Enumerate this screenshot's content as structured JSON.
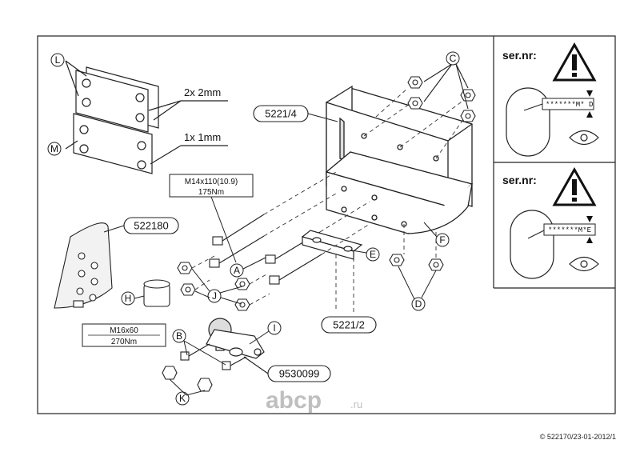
{
  "callouts": {
    "L": "L",
    "M": "M",
    "C": "C",
    "A": "A",
    "J": "J",
    "H": "H",
    "B": "B",
    "K": "K",
    "I": "I",
    "E": "E",
    "D": "D",
    "F": "F"
  },
  "spacers": {
    "thick_label": "2x 2mm",
    "thin_label": "1x 1mm"
  },
  "part_numbers": {
    "bracket_top": "5221/4",
    "bracket_mid": "5221/2",
    "electrical_kit": "522180",
    "ball": "9530099"
  },
  "bolt_specs": {
    "main_bolt_size": "M14x110(10.9)",
    "main_bolt_torque": "175Nm",
    "ball_bolt_size": "M16x60",
    "ball_bolt_torque": "270Nm"
  },
  "warnings": [
    {
      "title": "ser.nr:",
      "serial": "*******M* D"
    },
    {
      "title": "ser.nr:",
      "serial": "*******M*E"
    }
  ],
  "watermark": {
    "brand": "abcp",
    "tld": ".ru"
  },
  "copyright": "© 522170/23-01-2012/1"
}
